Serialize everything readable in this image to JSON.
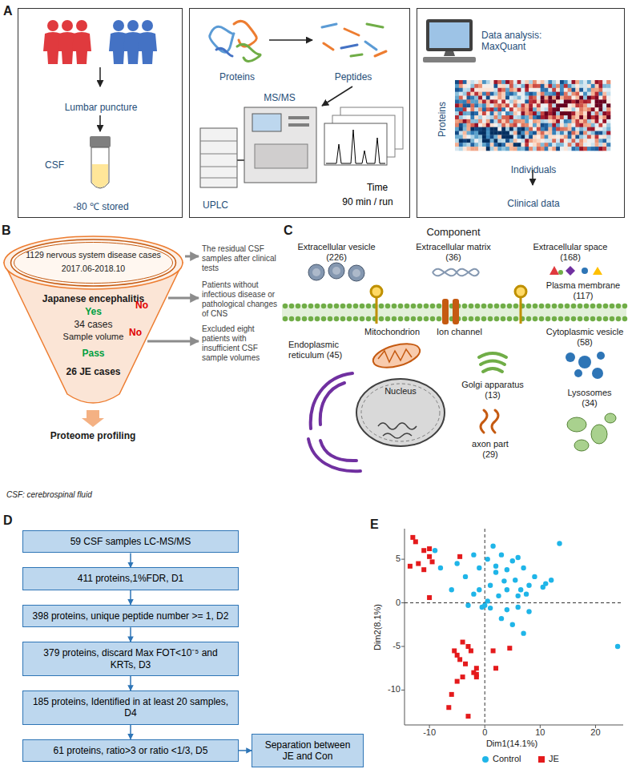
{
  "diagram": {
    "nodes": [
      {
        "text": [
          "Lumbar puncture",
          "CSF",
          "-80 ℃ stored"
        ]
      },
      {
        "text": [
          "Proteins",
          "Peptides",
          "MS/MS",
          "UPLC",
          "Time",
          "90 min / run"
        ]
      },
      {
        "text": [
          "Data analysis: MaxQuant",
          "Proteins",
          "Individuals",
          "Clinical data"
        ]
      },
      {
        "text": [
          "Japanese encephalitis",
          "Yes",
          "No",
          "34 cases",
          "Sample volume",
          "No",
          "Pass",
          "26 JE cases"
        ]
      },
      {
        "text": [
          "1129 nervous system disease cases",
          "2017.06-2018.10"
        ],
        "in": 3
      },
      {
        "text": [
          "59 CSF samples LC-MS/MS"
        ]
      },
      {
        "text": [
          "411 proteins,1%FDR, D1"
        ]
      },
      {
        "text": [
          "398 proteins, unique peptide number >= 1, D2"
        ]
      },
      {
        "text": [
          "379 proteins, discard Max FOT<10⁻⁵ and KRTs, D3"
        ]
      },
      {
        "text": [
          "185 proteins, Identified in at least 20 samples, D4"
        ]
      },
      {
        "text": [
          "61 proteins, ratio>3 or ratio <1/3, D5"
        ]
      },
      {
        "text": [
          "Separation between JE and Con"
        ]
      }
    ],
    "edges": [
      {
        "from": 5,
        "to": 6,
        "arrow": "to"
      },
      {
        "from": 6,
        "to": 7,
        "arrow": "to"
      },
      {
        "from": 7,
        "to": 8,
        "arrow": "to"
      },
      {
        "from": 8,
        "to": 9,
        "arrow": "to"
      },
      {
        "from": 9,
        "to": 10,
        "arrow": "to"
      },
      {
        "from": 10,
        "to": 11,
        "arrow": "to"
      }
    ],
    "labels": [
      "A",
      "B",
      "C",
      "D",
      "E",
      "The residual CSF samples after clinical tests",
      "Patients without infectious disease or pathological changes of CNS",
      "Excluded eight patients with insufficient CSF sample volumes",
      "Proteome profiling",
      "CSF: cerebrospinal fluid",
      "Component",
      "Extracellular vesicle (226)",
      "Extracellular matrix (36)",
      "Extracellular space (168)",
      "Plasma membrane (117)",
      "Mitochondrion",
      "Ion channel",
      "Endoplasmic reticulum (45)",
      "Golgi apparatus (13)",
      "Cytoplasmic vesicle (58)",
      "Nucleus",
      "axon part (29)",
      "Lysosomes (34)",
      "-10",
      "0",
      "10",
      "20",
      "5",
      "0",
      "-5",
      "-10",
      "Dim1(14.1%)",
      "Dim2(8.1%)"
    ],
    "legend": [
      {
        "text": "Control",
        "color": "#1fb5e8"
      },
      {
        "text": "JE",
        "color": "#e41a1c"
      }
    ]
  }
}
